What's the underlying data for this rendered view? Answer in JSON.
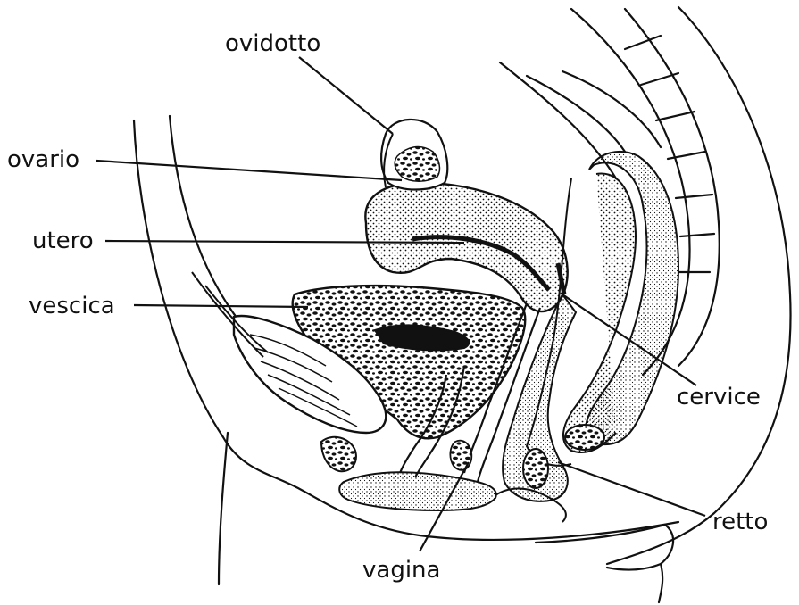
{
  "labels": {
    "ovidotto": "ovidotto",
    "ovario": "ovario",
    "utero": "utero",
    "vescica": "vescica",
    "cervice": "cervice",
    "retto": "retto",
    "vagina": "vagina"
  },
  "colors": {
    "ink": "#111111",
    "background": "#ffffff"
  }
}
